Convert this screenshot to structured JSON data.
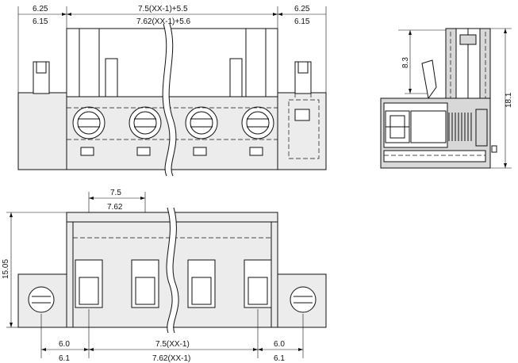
{
  "drawing": {
    "top_view": {
      "dim_left_a": "6.25",
      "dim_left_b": "6.15",
      "dim_center_a": "7.5(XX-1)+5.5",
      "dim_center_b": "7.62(XX-1)+5.6",
      "dim_right_a": "6.25",
      "dim_right_b": "6.15"
    },
    "side_view": {
      "dim_small": "8.3",
      "dim_height": "18.1"
    },
    "front_view": {
      "pitch_a": "7.5",
      "pitch_b": "7.62",
      "height": "15.05",
      "left_a": "6.0",
      "left_b": "6.1",
      "center_a": "7.5(XX-1)",
      "center_b": "7.62(XX-1)",
      "right_a": "6.0",
      "right_b": "6.1"
    }
  }
}
